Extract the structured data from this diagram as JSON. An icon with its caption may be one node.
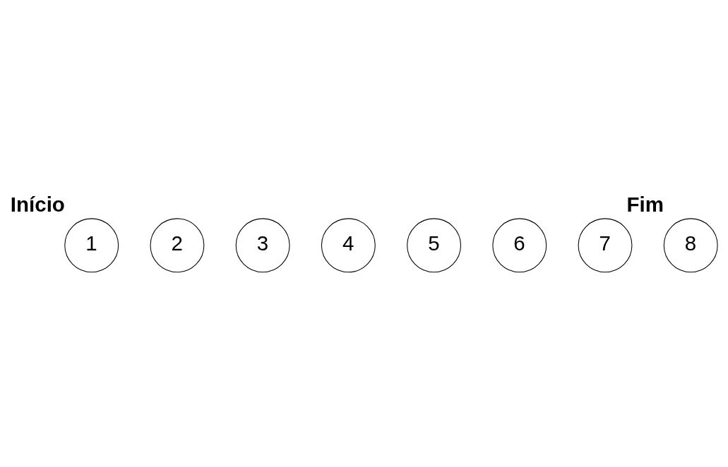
{
  "diagram": {
    "nodes": [
      {
        "text": [
          "1"
        ],
        "beside": [
          "Início"
        ]
      },
      {
        "text": [
          "2"
        ]
      },
      {
        "text": [
          "3"
        ]
      },
      {
        "text": [
          "4"
        ]
      },
      {
        "text": [
          "5"
        ]
      },
      {
        "text": [
          "6"
        ]
      },
      {
        "text": [
          "7"
        ]
      },
      {
        "text": [
          "8"
        ],
        "beside": [
          "Fim"
        ]
      }
    ]
  }
}
